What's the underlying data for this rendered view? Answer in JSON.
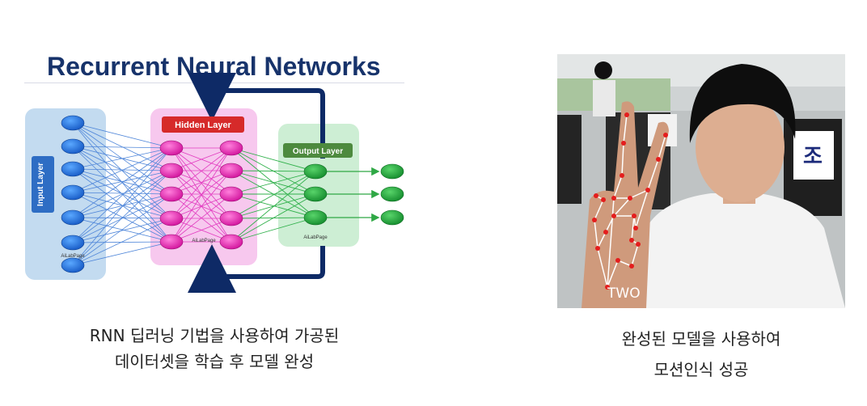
{
  "diagram": {
    "title": "Recurrent Neural Networks",
    "input_layer_label": "Input Layer",
    "hidden_layer_label": "Hidden Layer",
    "output_layer_label": "Output Layer",
    "watermark": "AiLabPage",
    "colors": {
      "title": "#17336b",
      "input_bg": "#c3dbf0",
      "hidden_bg": "#f7c8ee",
      "output_bg": "#cdeed4",
      "input_node": "#1764d4",
      "hidden_node": "#e81fb2",
      "output_node": "#1aa036",
      "arrow": "#0e2a66",
      "hidden_header": "#d62a2a",
      "output_header": "#4d8a3e"
    }
  },
  "captions": {
    "left_line1": "RNN 딥러닝 기법을 사용하여 가공된",
    "left_line2": "데이터셋을 학습 후 모델 완성",
    "right_line1": "완성된 모델을 사용하여",
    "right_line2": "모션인식 성공"
  },
  "photo": {
    "gesture_label": "TWO",
    "banner_text": "조",
    "colors": {
      "wall": "#d6d9da",
      "shirt": "#f2f2f2",
      "hair": "#101010",
      "skin": "#d9a98c",
      "landmark": "#e41d1d"
    }
  }
}
